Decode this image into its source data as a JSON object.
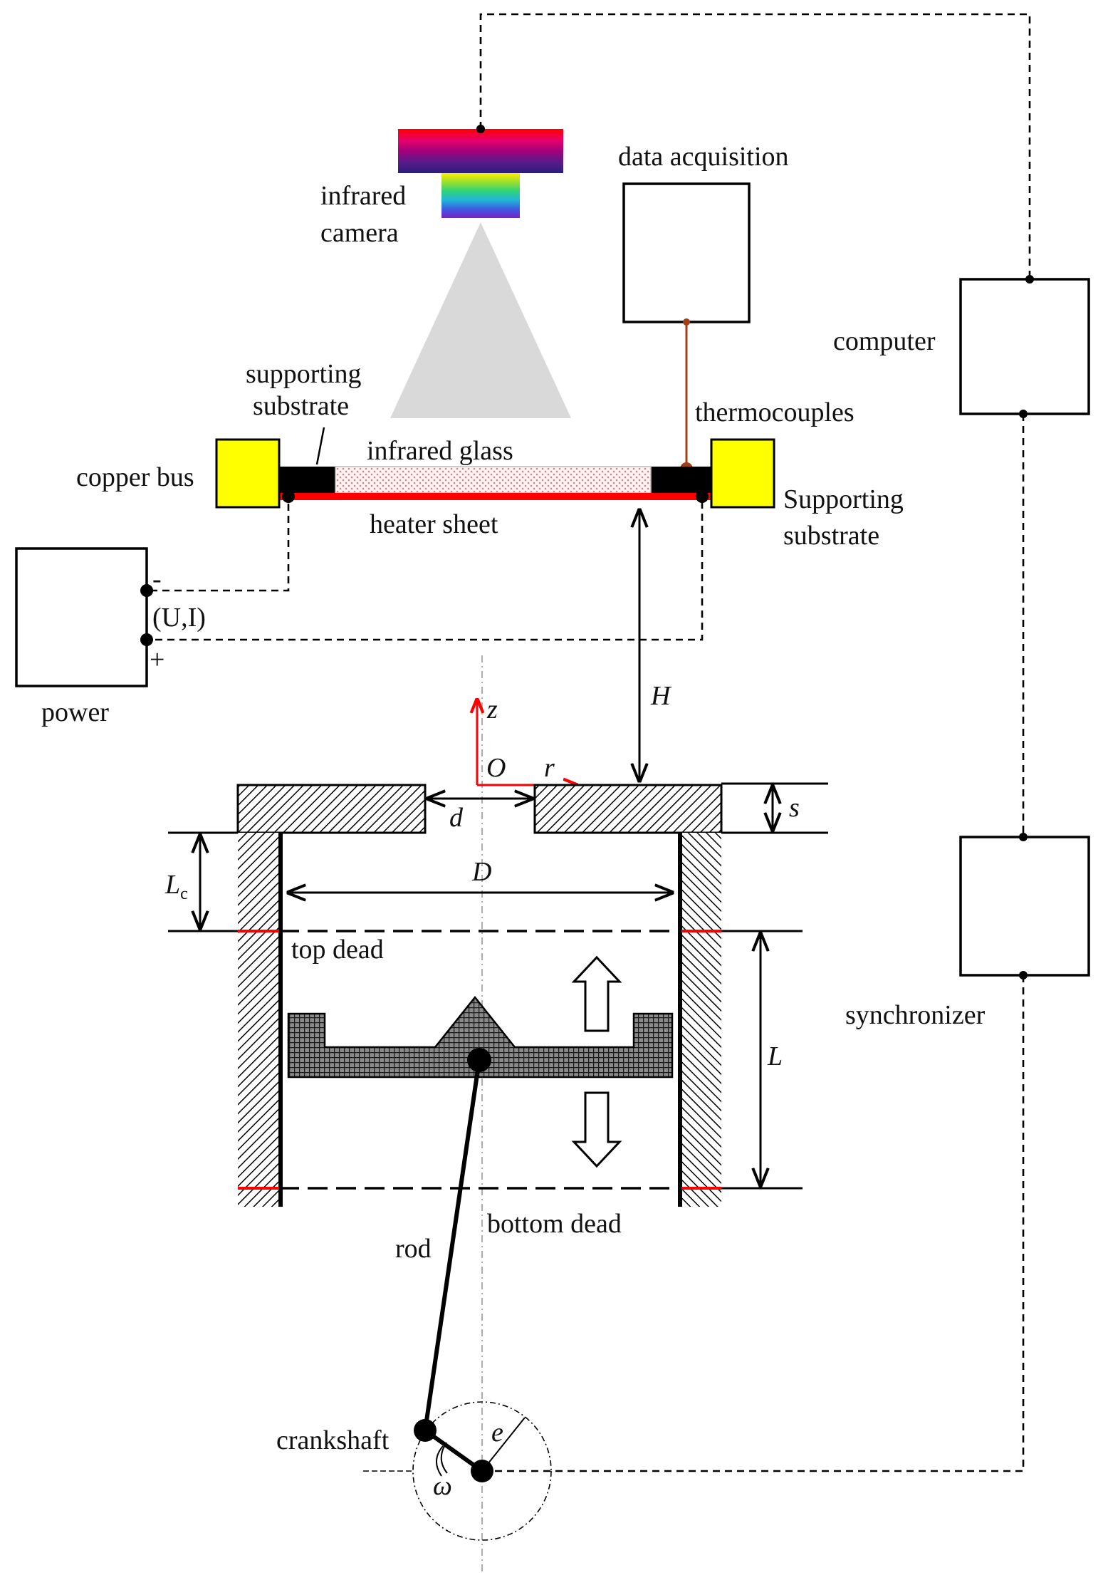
{
  "labels": {
    "infrared_camera_1": "infrared",
    "infrared_camera_2": "camera",
    "data_acquisition": "data acquisition",
    "computer": "computer",
    "thermocouples": "thermocouples",
    "supporting_substrate_top_1": "supporting",
    "supporting_substrate_top_2": "substrate",
    "infrared_glass": "infrared glass",
    "copper_bus": "copper bus",
    "heater_sheet": "heater sheet",
    "supporting_substrate_right_1": "Supporting",
    "supporting_substrate_right_2": "substrate",
    "power_minus": "-",
    "power_ui": "(U,I)",
    "power_plus": "+",
    "power": "power",
    "synchronizer": "synchronizer",
    "top_dead": "top dead",
    "bottom_dead": "bottom dead",
    "rod": "rod",
    "crankshaft": "crankshaft"
  },
  "symbols": {
    "H": "H",
    "z": "z",
    "O": "O",
    "r": "r",
    "d": "d",
    "s": "s",
    "Lc_main": "L",
    "Lc_sub": "c",
    "D": "D",
    "L": "L",
    "e": "e",
    "omega": "ω"
  },
  "colors": {
    "copper_bus": "#ffff00",
    "heater_sheet": "#ff0000",
    "axis_arrows": "#ff0000",
    "thermocouple_wire": "#a0401a",
    "camera_cone": "#d9d9d9",
    "substrate": "#000000"
  }
}
